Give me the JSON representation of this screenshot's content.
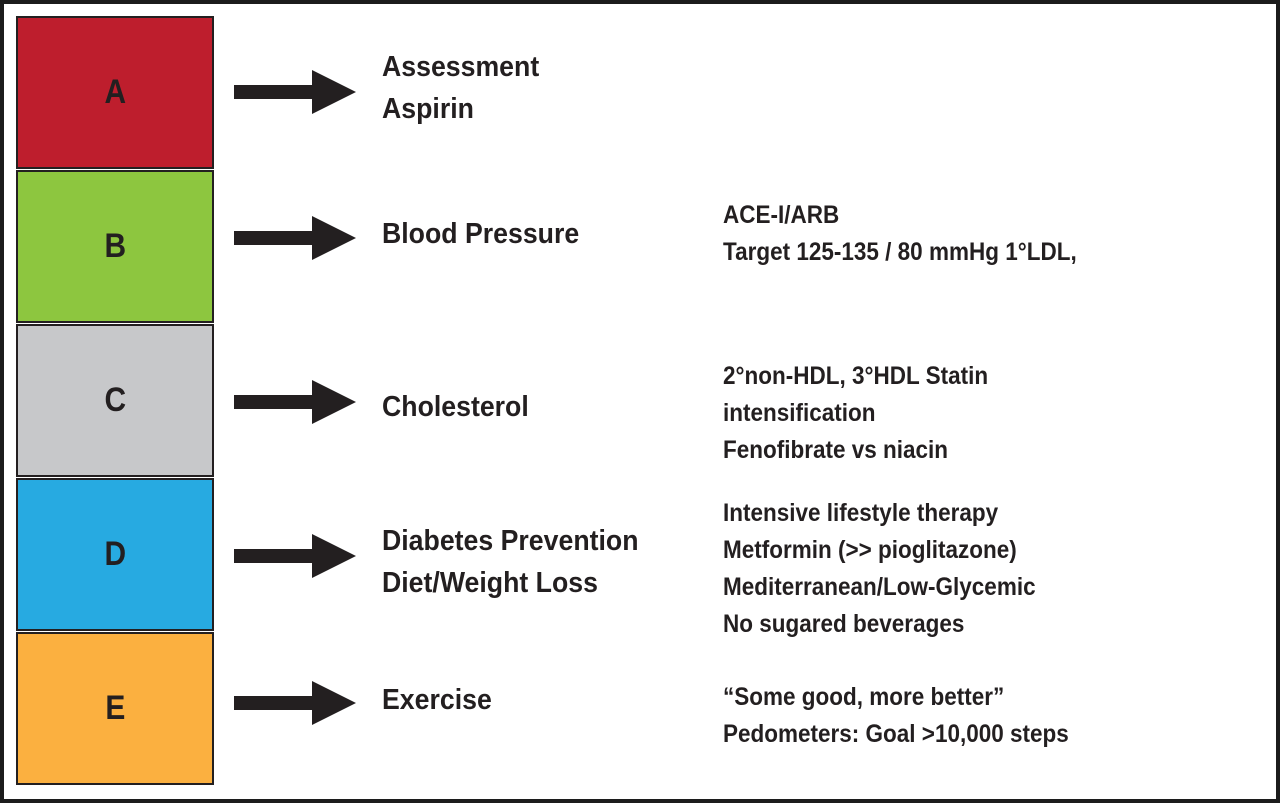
{
  "rows": [
    {
      "letter": "A",
      "color": "#be1e2d",
      "topic": [
        "Assessment",
        "Aspirin"
      ],
      "details": []
    },
    {
      "letter": "B",
      "color": "#8dc63f",
      "topic": [
        "Blood Pressure"
      ],
      "details": [
        "ACE-I/ARB",
        "Target 125-135 / 80 mmHg 1°LDL,"
      ]
    },
    {
      "letter": "C",
      "color": "#c7c8ca",
      "topic": [
        "Cholesterol"
      ],
      "details": [
        "2°non-HDL, 3°HDL Statin",
        "intensification",
        "Fenofibrate vs niacin"
      ]
    },
    {
      "letter": "D",
      "color": "#27aae1",
      "topic": [
        "Diabetes Prevention",
        "Diet/Weight Loss"
      ],
      "details": [
        "Intensive lifestyle therapy",
        "Metformin (>> pioglitazone)",
        "Mediterranean/Low-Glycemic",
        "No sugared beverages"
      ]
    },
    {
      "letter": "E",
      "color": "#fbb040",
      "topic": [
        "Exercise"
      ],
      "details": [
        "“Some good, more better”",
        "Pedometers: Goal >10,000 steps"
      ]
    }
  ]
}
